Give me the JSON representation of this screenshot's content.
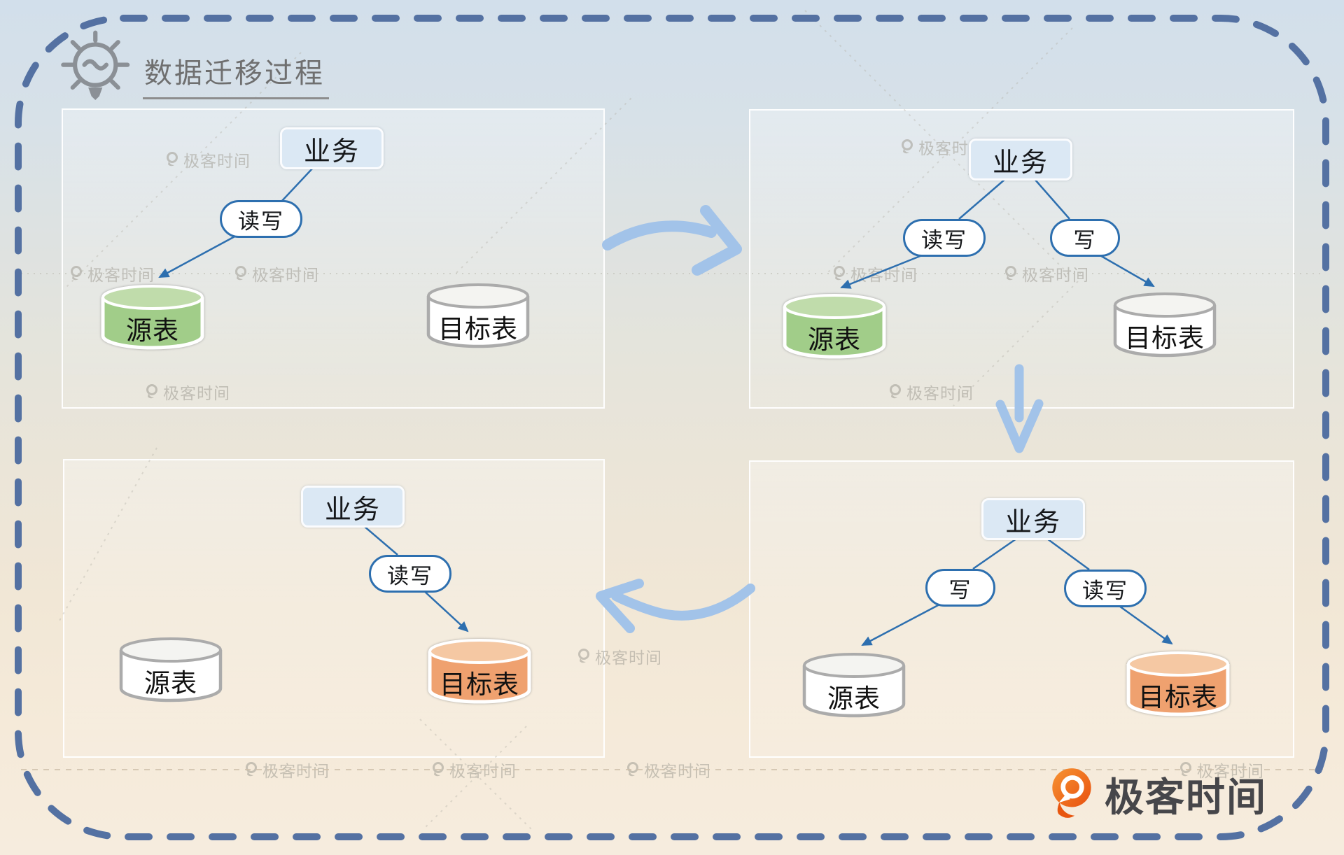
{
  "title": {
    "text": "数据迁移过程"
  },
  "labels": {
    "business": "业务",
    "read_write": "读写",
    "write": "写",
    "source_table": "源表",
    "target_table": "目标表"
  },
  "watermark": {
    "text": "极客时间"
  },
  "brand": {
    "name": "极客时间"
  },
  "colors": {
    "dashed_border": "#5471a2",
    "big_arrow": "#a2c3e9",
    "connector_blue": "#2d6faf",
    "business_box_fill": "#dbe8f4",
    "source_green_body": "#a1cd89",
    "source_green_top": "#c0dcab",
    "target_orange_body": "#efa16f",
    "target_orange_top": "#f5c8a3",
    "neutral_cylinder_border": "#ababab",
    "brand_orange": "#f2691d",
    "title_gray": "#6f6f6f"
  }
}
